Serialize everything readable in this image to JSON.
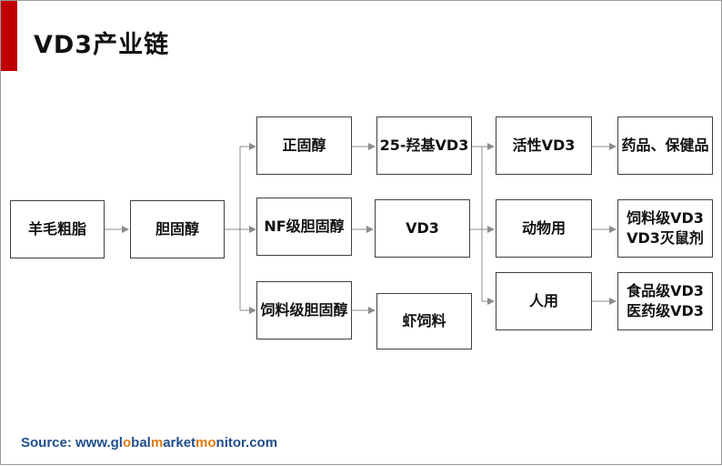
{
  "title": "VD3产业链",
  "nodes": {
    "wool_grease": "羊毛粗脂",
    "cholesterol": "胆固醇",
    "cholestanol": "正固醇",
    "nf_cholesterol": "NF级胆固醇",
    "feed_cholesterol": "饲料级胆固醇",
    "hydroxy_vd3": "25-羟基VD3",
    "vd3": "VD3",
    "shrimp_feed": "虾饲料",
    "active_vd3": "活性VD3",
    "animal_use": "动物用",
    "human_use": "人用",
    "medicine": "药品、保健品",
    "feed_vd3_rodenticide": "饲料级VD3\nVD3灭鼠剂",
    "food_pharma_vd3": "食品级VD3\n医药级VD3"
  },
  "source": {
    "prefix": "Source: www.",
    "g1": "gl",
    "o1": "o",
    "g2": "bal",
    "m": "m",
    "arket": "arket",
    "mo": "mo",
    "nitor": "nitor.com"
  },
  "colors": {
    "accent": "#c00000",
    "source_text": "#1f4e8c",
    "source_highlight": "#e07a10",
    "arrow": "#8c8c8c"
  }
}
